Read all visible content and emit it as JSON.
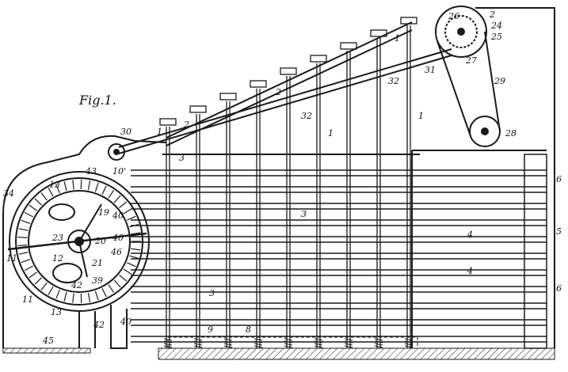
{
  "figure": {
    "title": "Fig.1.",
    "colors": {
      "ink": "#1a1a1a",
      "paper": "#ffffff"
    },
    "labels": {
      "n1a": "1",
      "n2a": "2",
      "n3a": "3",
      "n1b": "1",
      "n2b": "2",
      "n32a": "32",
      "n32b": "32",
      "n31": "31",
      "n1c": "1",
      "n1d": "1",
      "n26": "26",
      "n2c": "2",
      "n24": "24",
      "n25": "25",
      "n27": "27",
      "n29": "29",
      "n28": "28",
      "n30": "30",
      "n10p": "10'",
      "n43": "43",
      "n13a": "13",
      "n34": "34",
      "n19": "19",
      "n20": "20",
      "n40a": "40",
      "n40b": "40",
      "n46": "46",
      "n23": "23",
      "n12": "12",
      "n21": "21",
      "n42a": "42",
      "n39": "39",
      "n11a": "11",
      "n11b": "11",
      "n13b": "13",
      "n42b": "42",
      "n40c": "40",
      "n45": "45",
      "n9": "9",
      "n8": "8",
      "n3b": "3",
      "n3c": "3",
      "n4a": "4",
      "n4b": "4",
      "n5": "5",
      "n6a": "6",
      "n6b": "6"
    }
  }
}
